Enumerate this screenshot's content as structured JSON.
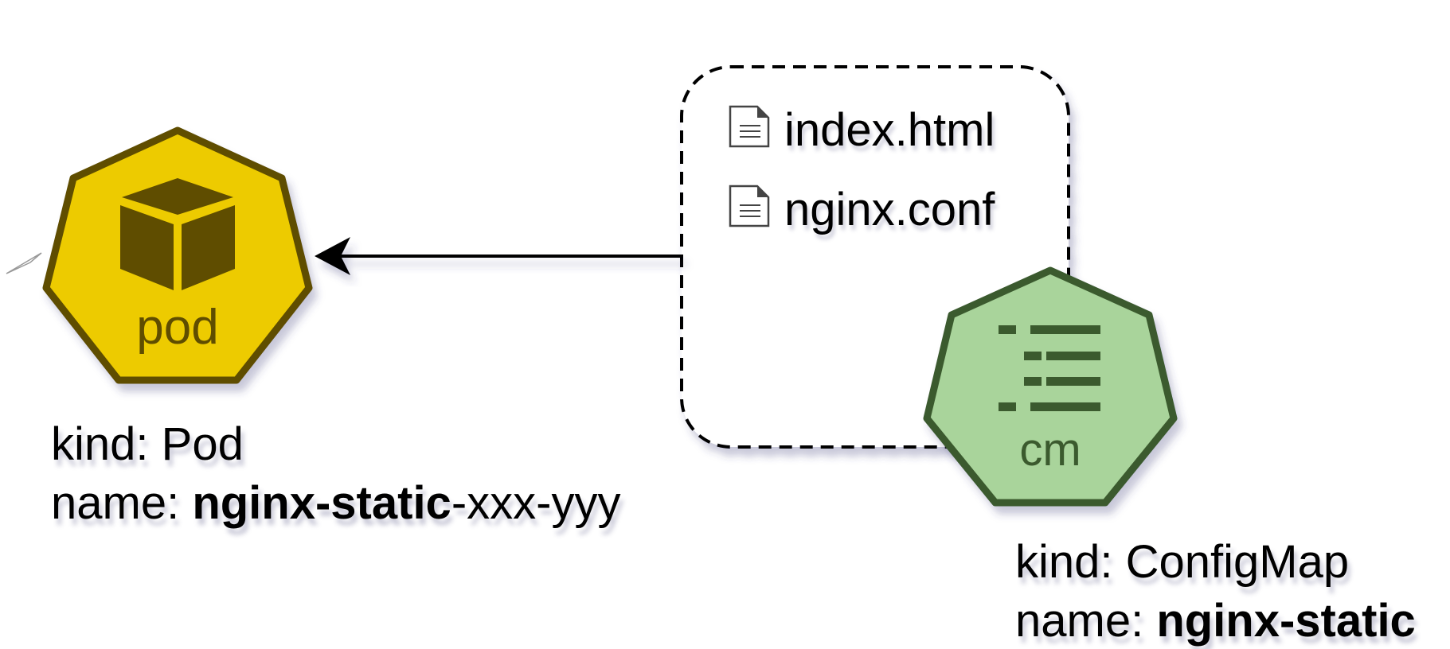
{
  "pod": {
    "icon_label": "pod",
    "kind_prefix": "kind: ",
    "kind": "Pod",
    "name_prefix": "name: ",
    "name_bold": "nginx-static",
    "name_suffix": "-xxx-yyy",
    "fill_color": "#EDCB00",
    "stroke_color": "#5E4E00"
  },
  "configmap": {
    "icon_label": "cm",
    "kind_prefix": "kind: ",
    "kind": "ConfigMap",
    "name_prefix": "name: ",
    "name_bold": "nginx-static",
    "fill_color": "#A9D49B",
    "stroke_color": "#3A5A2E",
    "files": [
      {
        "name": "index.html",
        "icon": "document-icon"
      },
      {
        "name": "nginx.conf",
        "icon": "document-icon"
      }
    ]
  },
  "edge": {
    "from": "configmap",
    "to": "pod",
    "arrow_color": "#000000"
  }
}
